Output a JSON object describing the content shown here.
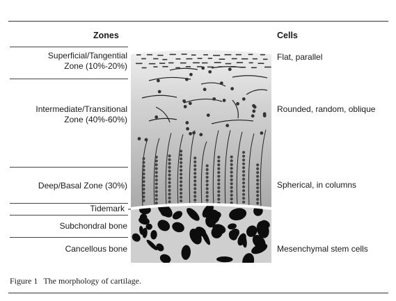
{
  "headers": {
    "zones": "Zones",
    "cells": "Cells"
  },
  "zones": [
    {
      "line1": "Superficial/Tangential",
      "line2": "Zone (10%-20%)"
    },
    {
      "line1": "Intermediate/Transitional",
      "line2": "Zone (40%-60%)"
    },
    {
      "line1": "Deep/Basal Zone (30%)",
      "line2": ""
    },
    {
      "line1": "Tidemark",
      "line2": ""
    },
    {
      "line1": "Subchondral bone",
      "line2": ""
    },
    {
      "line1": "Cancellous bone",
      "line2": ""
    }
  ],
  "cells": [
    "Flat, parallel",
    "Rounded, random, oblique",
    "Spherical, in columns",
    "Mesenchymal stem cells"
  ],
  "caption": {
    "label": "Figure 1",
    "text": "The morphology of cartilage."
  }
}
